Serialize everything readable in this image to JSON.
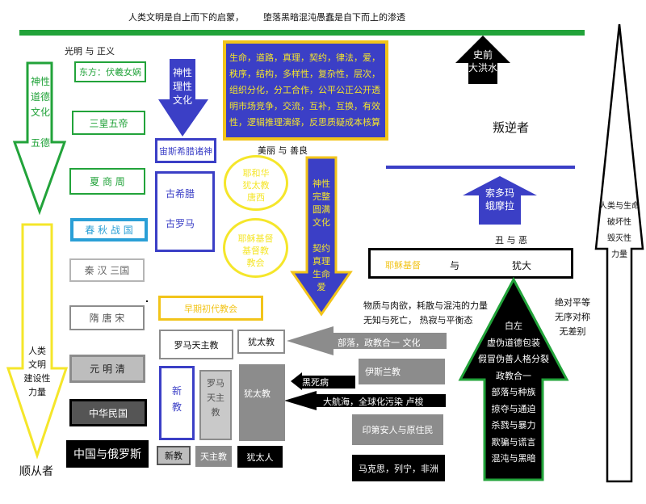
{
  "header": {
    "left": "人类文明是自上而下的启蒙，",
    "right": "堕落黑暗混沌愚蠢是自下而上的渗透"
  },
  "labels": {
    "light_justice": "光明 与 正义",
    "beauty_goodness": "美丽 与 善良",
    "ugly_evil": "丑 与 恶",
    "rebel": "叛逆者",
    "follower": "顺从者",
    "absolute": [
      "绝对平等",
      "无序对称",
      "无差别"
    ],
    "material": [
      "物质与肉欲，耗散与混沌的力量",
      "无知与死亡， 热寂与平衡态"
    ]
  },
  "left_arrows": {
    "green": [
      "神性",
      "道德",
      "文化",
      "",
      "五德"
    ],
    "yellow": [
      "人类",
      "文明",
      "建设性",
      "力量"
    ]
  },
  "eras": [
    "东方：伏羲女娲",
    "三皇五帝",
    "夏 商 周",
    "春 秋 战 国",
    "秦 汉 三国",
    "隋 唐 宋",
    "元   明   清",
    "中华民国",
    "中国与俄罗斯"
  ],
  "blue_arrow_text": [
    "神性",
    "理性",
    "文化"
  ],
  "greek_gods": "宙斯希腊诸神",
  "greek_rome": [
    "古希腊",
    "古罗马"
  ],
  "blue_panel": "生命，道路，真理，契约，律法，爱，秩序，结构，多样性，复杂性，层次，组织分化，分工合作，公平公正公开透明市场竞争，交流，互补，互换，有效性，逻辑推理演绎，反思质疑成本核算",
  "circles": [
    [
      "耶和华",
      "犹太教",
      "唐西"
    ],
    [
      "耶稣基督",
      "基督教",
      "教会"
    ]
  ],
  "blue_yellow_arrow": [
    "神性",
    "完整",
    "圆满",
    "文化",
    "",
    "契约",
    "真理",
    "生命",
    "爱"
  ],
  "top_black_arrow": [
    "史前",
    "大洪水"
  ],
  "sodom": [
    "索多玛",
    "蛾摩拉"
  ],
  "jesus_box": {
    "left": "耶稣基督",
    "mid": "与",
    "right": "犹大"
  },
  "early_church": "早期初代教会",
  "catholic": "罗马天主教",
  "judaism_small": "犹太教",
  "tribal_arrow": "部落，政教合一 文化",
  "islam": "伊斯兰教",
  "black_death": "黑死病",
  "voyage": "大航海，全球化污染   卢梭",
  "indians": "印第安人与原住民",
  "marx": "马克思，列宁，非洲",
  "new_religion": [
    "新",
    "教"
  ],
  "rome_catholic": [
    "罗马",
    "天主",
    "教"
  ],
  "judaism_grey": "犹太教",
  "bottom_row": [
    "新教",
    "天主教",
    "犹太人"
  ],
  "black_arrow": [
    "白左",
    "虚伪道德包装",
    "假冒伪善人格分裂",
    "政教合一",
    "部落与种族",
    "掠夺与通迫",
    "杀戮与暴力",
    "欺骗与谎言",
    "混沌与黑暗"
  ],
  "right_arrow": [
    "人类与生命",
    "破坏性",
    "毁灭性",
    "力量"
  ],
  "colors": {
    "green": "#22a33a",
    "yellow": "#f5e62a",
    "blue": "#3b3fc6",
    "cyan": "#2a9fd6",
    "gold": "#f2c41a",
    "grey": "#8c8c8c",
    "black": "#000000"
  }
}
